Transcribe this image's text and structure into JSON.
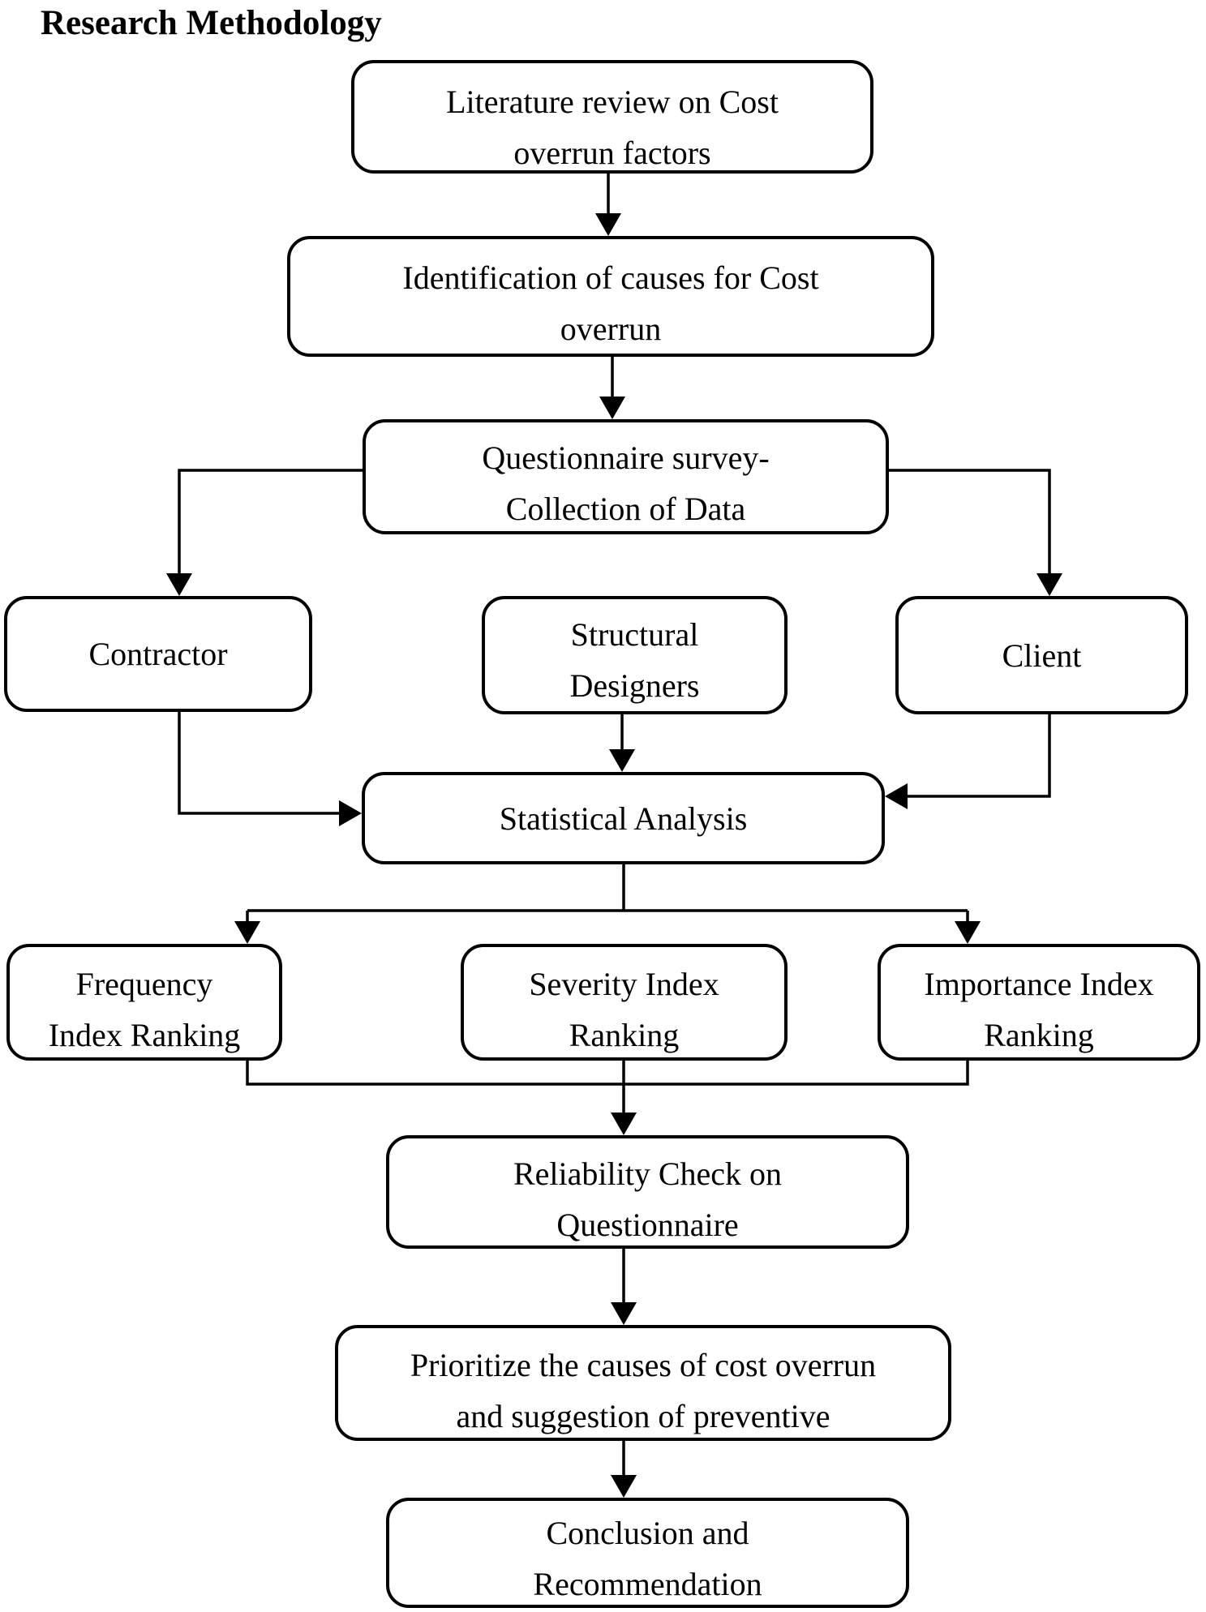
{
  "title": "Research Methodology",
  "nodes": {
    "literature": {
      "line1": "Literature review on Cost",
      "line2": "overrun factors"
    },
    "identification": {
      "line1": "Identification of causes for Cost",
      "line2": "overrun"
    },
    "questionnaire": {
      "line1": "Questionnaire survey-",
      "line2": "Collection of Data"
    },
    "contractor": {
      "line1": "Contractor"
    },
    "structural": {
      "line1": "Structural",
      "line2": "Designers"
    },
    "client": {
      "line1": "Client"
    },
    "statistical": {
      "line1": "Statistical Analysis"
    },
    "frequency": {
      "line1": "Frequency",
      "line2": "Index Ranking"
    },
    "severity": {
      "line1": "Severity Index",
      "line2": "Ranking"
    },
    "importance": {
      "line1": "Importance Index",
      "line2": "Ranking"
    },
    "reliability": {
      "line1": "Reliability Check on",
      "line2": "Questionnaire"
    },
    "prioritize": {
      "line1": "Prioritize the causes of cost overrun",
      "line2": "and suggestion of preventive"
    },
    "conclusion": {
      "line1": "Conclusion and",
      "line2": "Recommendation"
    }
  },
  "edges": [
    {
      "from": "literature",
      "to": "identification"
    },
    {
      "from": "identification",
      "to": "questionnaire"
    },
    {
      "from": "questionnaire",
      "to": "contractor"
    },
    {
      "from": "questionnaire",
      "to": "client"
    },
    {
      "from": "structural",
      "to": "statistical"
    },
    {
      "from": "contractor",
      "to": "statistical"
    },
    {
      "from": "client",
      "to": "statistical"
    },
    {
      "from": "statistical",
      "to": "frequency"
    },
    {
      "from": "statistical",
      "to": "importance"
    },
    {
      "from": "frequency",
      "to": "reliability"
    },
    {
      "from": "severity",
      "to": "reliability"
    },
    {
      "from": "importance",
      "to": "reliability"
    },
    {
      "from": "reliability",
      "to": "prioritize"
    },
    {
      "from": "prioritize",
      "to": "conclusion"
    }
  ],
  "colors": {
    "line": "#000000",
    "background": "#ffffff",
    "text": "#000000"
  }
}
